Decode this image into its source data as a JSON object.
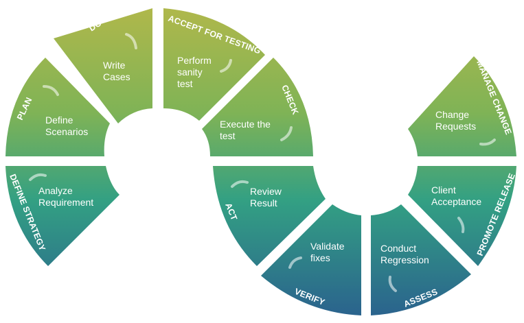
{
  "colors": {
    "top_green": "#a9b84d",
    "mid_green": "#6fb25c",
    "teal": "#2e9e86",
    "blue": "#2b6c92"
  },
  "segments": [
    {
      "id": "do",
      "title": "DO",
      "lines": [
        "Write",
        "Cases"
      ]
    },
    {
      "id": "accept",
      "title": "ACCEPT FOR TESTING",
      "lines": [
        "Perform",
        "sanity",
        "test"
      ]
    },
    {
      "id": "plan",
      "title": "PLAN",
      "lines": [
        "Define",
        "Scenarios"
      ]
    },
    {
      "id": "check",
      "title": "CHECK",
      "lines": [
        "Execute the",
        "test"
      ]
    },
    {
      "id": "define",
      "title": "DEFINE STRATEGY",
      "lines": [
        "Analyze",
        "Requirement"
      ]
    },
    {
      "id": "act",
      "title": "ACT",
      "lines": [
        "Review",
        "Result"
      ]
    },
    {
      "id": "verify",
      "title": "VERIFY",
      "lines": [
        "Validate",
        "fixes"
      ]
    },
    {
      "id": "assess",
      "title": "ASSESS",
      "lines": [
        "Conduct",
        "Regression"
      ]
    },
    {
      "id": "manage",
      "title": "MANAGE CHANGE",
      "lines": [
        "Change",
        "Requests"
      ]
    },
    {
      "id": "promote",
      "title": "PROMOTE RELEASE",
      "lines": [
        "Client",
        "Acceptance"
      ]
    }
  ]
}
